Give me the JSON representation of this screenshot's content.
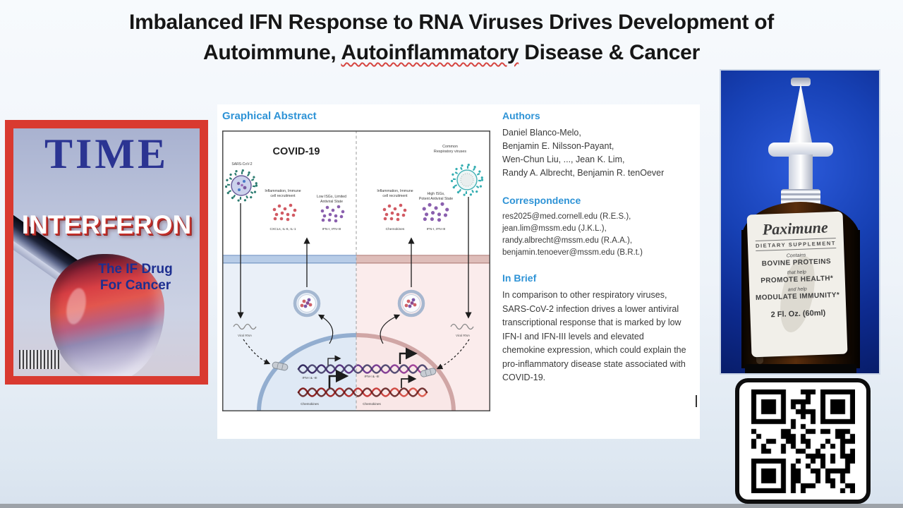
{
  "title": {
    "line1": "Imbalanced IFN Response to RNA Viruses Drives Development of",
    "line2_prefix": "Autoimmune, ",
    "line2_flagged": "Autoinflammatory",
    "line2_suffix": " Disease & Cancer"
  },
  "time_cover": {
    "masthead": "TIME",
    "headline": "INTERFERON",
    "tagline_line1": "The IF Drug",
    "tagline_line2": "For Cancer"
  },
  "paper": {
    "graphical_abstract_heading": "Graphical Abstract",
    "figure": {
      "covid_title": "COVID-19",
      "common_viruses_line1": "Common",
      "common_viruses_line2": "Respiratory viruses",
      "sars_label": "SARS-CoV-2",
      "inflammation_line1": "Inflammation, Immune",
      "inflammation_line2": "cell recruitment",
      "low_isg_line1": "Low ISGs, Limited",
      "low_isg_line2": "Antiviral State",
      "high_isg_line1": "High ISGs,",
      "high_isg_line2": "Potent Antiviral State",
      "cxcl_label": "CXCLs, IL-6, IL-1",
      "ifn_label": "IFN-I, IFN-III",
      "chemokines_label": "Chemokines",
      "viral_rna_label": "Viral RNA",
      "gene_ifn_label": "IFN-I & -III"
    },
    "authors": {
      "heading": "Authors",
      "lines": [
        "Daniel Blanco-Melo,",
        "Benjamin E. Nilsson-Payant,",
        "Wen-Chun Liu, ..., Jean K. Lim,",
        "Randy A. Albrecht, Benjamin R. tenOever"
      ]
    },
    "correspondence": {
      "heading": "Correspondence",
      "lines": [
        "res2025@med.cornell.edu (R.E.S.),",
        "jean.lim@mssm.edu (J.K.L.),",
        "randy.albrecht@mssm.edu (R.A.A.),",
        "benjamin.tenoever@mssm.edu (B.R.t.)"
      ]
    },
    "in_brief": {
      "heading": "In Brief",
      "text": "In comparison to other respiratory viruses, SARS-CoV-2 infection drives a lower antiviral transcriptional response that is marked by low IFN-I and IFN-III levels and elevated chemokine expression, which could explain the pro-inflammatory disease state associated with COVID-19."
    }
  },
  "product": {
    "brand": "Paximune",
    "category": "DIETARY SUPPLEMENT",
    "contains_label": "Contains",
    "claim1": "BOVINE PROTEINS",
    "helper1": "that help",
    "claim2": "PROMOTE HEALTH*",
    "helper2": "and help",
    "claim3": "MODULATE IMMUNITY*",
    "volume": "2 Fl. Oz. (60ml)"
  },
  "colors": {
    "heading_blue": "#2e93d6",
    "time_red": "#d93a30",
    "bottle_sky_blue": "#12339f",
    "membrane_blue": "#b7cce7",
    "membrane_red": "#debdb9"
  }
}
